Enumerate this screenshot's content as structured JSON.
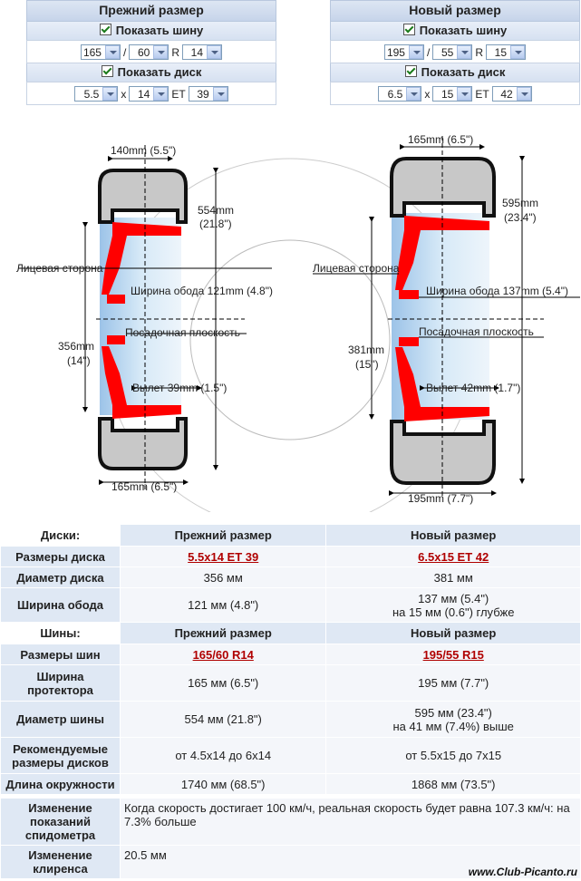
{
  "old_panel": {
    "title": "Прежний размер",
    "show_tire_label": "Показать шину",
    "tire_width": "165",
    "tire_profile": "60",
    "r_label": "R",
    "tire_rim": "14",
    "show_rim_label": "Показать диск",
    "rim_width": "5.5",
    "x_label": "x",
    "rim_diameter": "14",
    "et_label": "ET",
    "rim_et": "39"
  },
  "new_panel": {
    "title": "Новый размер",
    "show_tire_label": "Показать шину",
    "tire_width": "195",
    "tire_profile": "55",
    "r_label": "R",
    "tire_rim": "15",
    "show_rim_label": "Показать диск",
    "rim_width": "6.5",
    "x_label": "x",
    "rim_diameter": "15",
    "et_label": "ET",
    "rim_et": "42"
  },
  "diagram": {
    "old": {
      "top_width": "140mm (5.5\")",
      "bottom_width": "165mm (6.5\")",
      "overall_dia_mm": "554mm",
      "overall_dia_in": "(21.8\")",
      "rim_dia_mm": "356mm",
      "rim_dia_in": "(14\")",
      "face_label": "Лицевая сторона",
      "rim_width_label": "Ширина обода 121mm (4.8\")",
      "mount_label": "Посадочная плоскость",
      "offset_label": "Вылет 39mm (1.5\")"
    },
    "new": {
      "top_width": "165mm (6.5\")",
      "bottom_width": "195mm (7.7\")",
      "overall_dia_mm": "595mm",
      "overall_dia_in": "(23.4\")",
      "rim_dia_mm": "381mm",
      "rim_dia_in": "(15\")",
      "face_label": "Лицевая сторона",
      "rim_width_label": "Ширина обода  137mm (5.4\")",
      "mount_label": "Посадочная плоскость",
      "offset_label": "Вылет 42mm (1.7\")"
    }
  },
  "table": {
    "rims_header": "Диски:",
    "old_header": "Прежний размер",
    "new_header": "Новый размер",
    "rim_size_label": "Размеры диска",
    "rim_size_old": "5.5x14 ET 39",
    "rim_size_new": "6.5x15 ET 42",
    "rim_dia_label": "Диаметр диска",
    "rim_dia_old": "356 мм",
    "rim_dia_new": "381 мм",
    "rim_width_label": "Ширина обода",
    "rim_width_old": "121 мм (4.8\")",
    "rim_width_new_1": "137 мм (5.4\")",
    "rim_width_new_2": "на 15 мм (0.6\") глубже",
    "tires_header": "Шины:",
    "tire_size_label": "Размеры шин",
    "tire_size_old": "165/60 R14",
    "tire_size_new": "195/55 R15",
    "tread_label": "Ширина протектора",
    "tread_old": "165 мм (6.5\")",
    "tread_new": "195 мм (7.7\")",
    "tire_dia_label": "Диаметр шины",
    "tire_dia_old": "554 мм (21.8\")",
    "tire_dia_new_1": "595 мм (23.4\")",
    "tire_dia_new_2": "на 41 мм (7.4%) выше",
    "rec_label": "Рекомендуемые размеры дисков",
    "rec_old": "от 4.5x14 до 6x14",
    "rec_new": "от 5.5x15 до 7x15",
    "circ_label": "Длина окружности",
    "circ_old": "1740 мм (68.5\")",
    "circ_new": "1868 мм (73.5\")"
  },
  "speedo": {
    "speedo_label": "Изменение показаний спидометра",
    "speedo_text": "Когда скорость достигает 100 км/ч, реальная скорость будет равна 107.3 км/ч: на 7.3% больше",
    "clearance_label": "Изменение клиренса",
    "clearance_value": "20.5 мм"
  },
  "watermark": "www.Club-Picanto.ru",
  "colors": {
    "rim_red": "#ff0000",
    "tire_dark": "#111111",
    "tire_fill": "#c8c8c8",
    "header_blue": "#dfe8f4",
    "link_red": "#b00000"
  }
}
